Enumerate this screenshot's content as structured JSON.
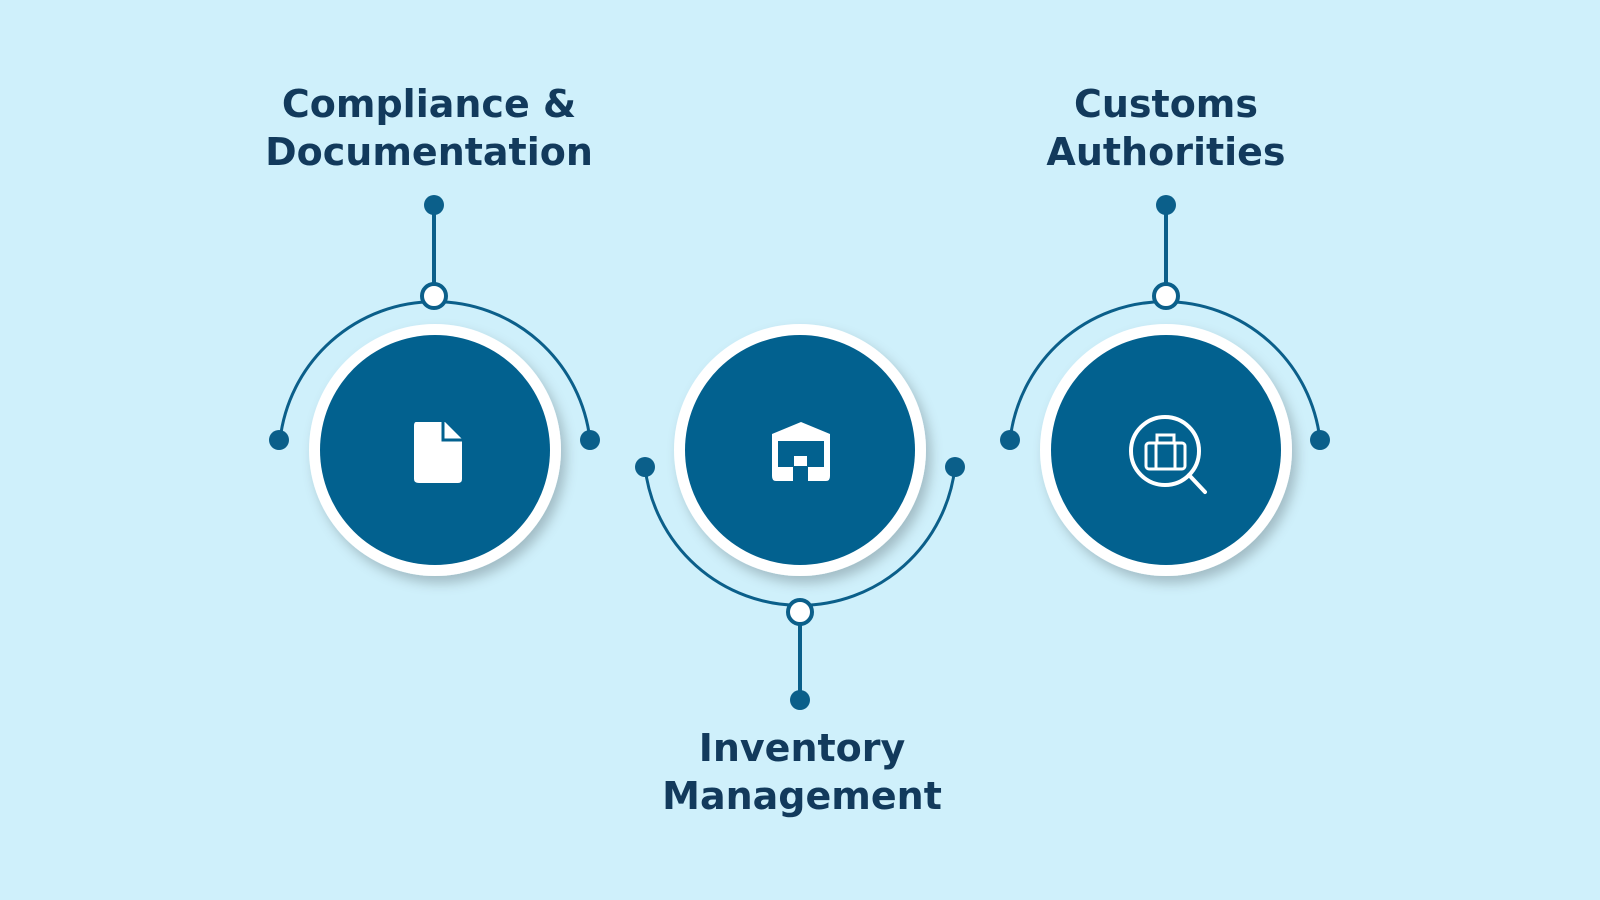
{
  "colors": {
    "background": "#cff0fb",
    "circle_fill": "#02618f",
    "line": "#0b5f8a",
    "ring": "#ffffff",
    "label_text": "#123a5c",
    "icon": "#ffffff"
  },
  "nodes": [
    {
      "label_line1": "Compliance &",
      "label_line2": "Documentation",
      "icon": "document-icon",
      "label_position": "top"
    },
    {
      "label_line1": "Inventory",
      "label_line2": "Management",
      "icon": "warehouse-icon",
      "label_position": "bottom"
    },
    {
      "label_line1": "Customs",
      "label_line2": "Authorities",
      "icon": "baggage-search-icon",
      "label_position": "top"
    }
  ]
}
